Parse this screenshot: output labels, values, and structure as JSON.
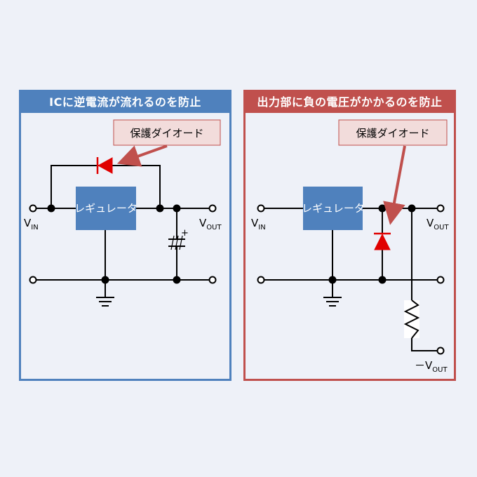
{
  "left_panel": {
    "title": "ICに逆電流が流れるのを防止",
    "callout": "保護ダイオード",
    "regulator": "レギュレータ",
    "vin": {
      "main": "V",
      "sub": "IN"
    },
    "vout": {
      "main": "V",
      "sub": "OUT"
    },
    "cap_plus": "+"
  },
  "right_panel": {
    "title": "出力部に負の電圧がかかるのを防止",
    "callout": "保護ダイオード",
    "regulator": "レギュレータ",
    "vin": {
      "main": "V",
      "sub": "IN"
    },
    "vout": {
      "main": "V",
      "sub": "OUT"
    },
    "neg_vout": {
      "main": "－V",
      "sub": "OUT"
    }
  },
  "colors": {
    "left_accent": "#4f81bd",
    "right_accent": "#c0504d",
    "regulator_fill": "#4f81bd",
    "diode": "#e00000",
    "callout_fill": "#f2dcdb",
    "callout_border": "#c0504d",
    "arrow": "#c0504d",
    "wire": "#000000"
  }
}
